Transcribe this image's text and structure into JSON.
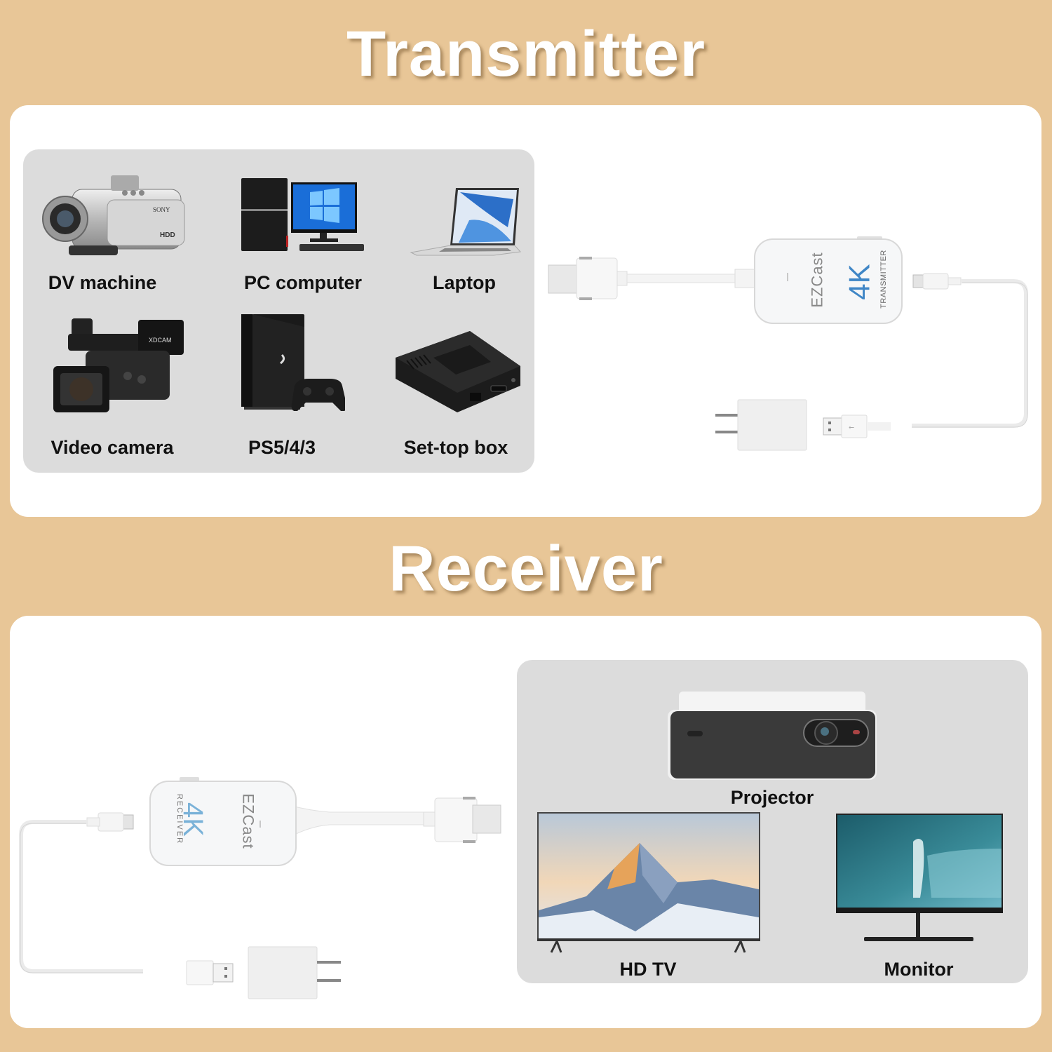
{
  "transmitter": {
    "title": "Transmitter",
    "source_devices": [
      {
        "label": "DV machine",
        "icon": "camcorder-icon"
      },
      {
        "label": "PC computer",
        "icon": "desktop-pc-icon"
      },
      {
        "label": "Laptop",
        "icon": "laptop-icon"
      },
      {
        "label": "Video camera",
        "icon": "pro-video-camera-icon"
      },
      {
        "label": "PS5/4/3",
        "icon": "game-console-icon"
      },
      {
        "label": "Set-top box",
        "icon": "set-top-box-icon"
      }
    ],
    "dongle": {
      "brand": "EZCast",
      "badge": "4K",
      "type_label": "TRANSMITTER"
    }
  },
  "receiver": {
    "title": "Receiver",
    "output_devices": [
      {
        "label": "Projector",
        "icon": "projector-icon"
      },
      {
        "label": "HD TV",
        "icon": "tv-icon"
      },
      {
        "label": "Monitor",
        "icon": "monitor-icon"
      }
    ],
    "dongle": {
      "brand": "EZCast",
      "badge": "4K",
      "type_label": "RECEIVER"
    }
  },
  "colors": {
    "background": "#e8c697",
    "panel": "#ffffff",
    "device_panel": "#dcdcdc",
    "badge_blue": "#3f86c6"
  }
}
